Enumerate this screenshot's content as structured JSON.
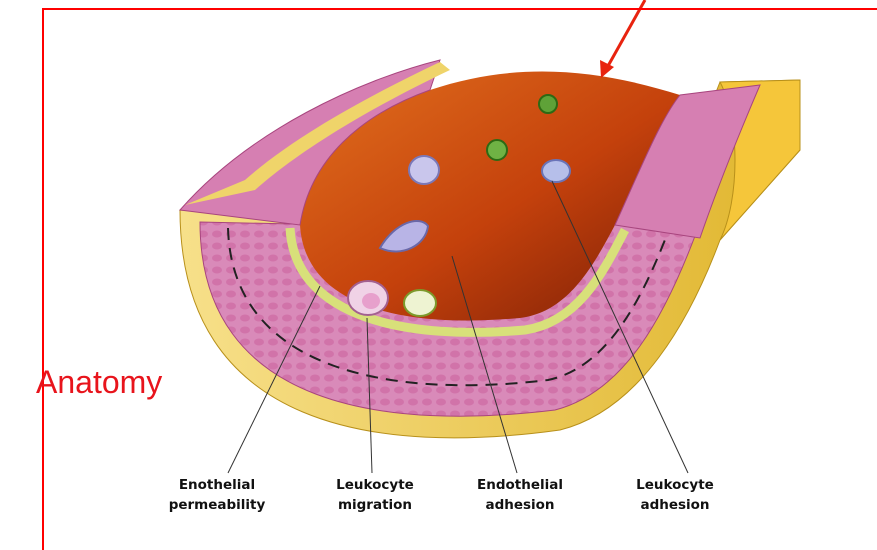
{
  "slide": {
    "side_label": "Anatomy"
  },
  "diagram": {
    "labels": [
      {
        "line1": "Enothelial",
        "line2": "permeability"
      },
      {
        "line1": "Leukocyte",
        "line2": "migration"
      },
      {
        "line1": "Endothelial",
        "line2": "adhesion"
      },
      {
        "line1": "Leukocyte",
        "line2": "adhesion"
      }
    ]
  },
  "colors": {
    "frame": "#ff0000",
    "side_label": "#e8141c",
    "lumen": "#c4410c",
    "intima": "#d97cb0",
    "adventitia": "#f2d35a"
  }
}
